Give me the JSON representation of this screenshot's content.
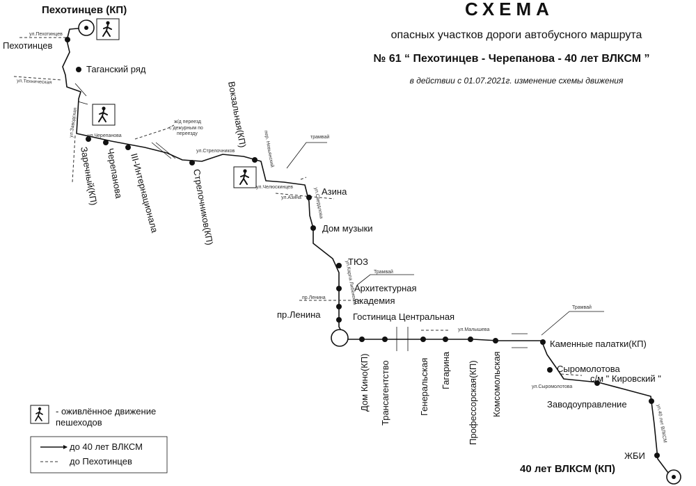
{
  "header": {
    "title": "СХЕМА",
    "subtitle": "опасных участков дороги автобусного маршрута",
    "route_name": "№ 61 “ Пехотинцев  -  Черепанова - 40 лет ВЛКСМ ”",
    "note": "в действии с 01.07.2021г. изменение схемы движения"
  },
  "terminals": {
    "start": "Пехотинцев (КП)",
    "end": "40 лет ВЛКСМ (КП)"
  },
  "stops": {
    "pekhotintsev": "Пехотинцев",
    "taganskiy": "Таганский ряд",
    "zarechny": "Заречный(КП)",
    "cherepanova": "Черепанова",
    "internatsionala": "III-Интернационала",
    "strelochnikov": "Стрелочников(КП)",
    "vokzalnaya": "Вокзальная(КП)",
    "azina": "Азина",
    "dom_muzyki": "Дом музыки",
    "tyuz": "ТЮЗ",
    "arkh_akad_1": "Архитектурная",
    "arkh_akad_2": "академия",
    "pr_lenina": "пр.Ленина",
    "gostinitsa": "Гостиница Центральная",
    "dom_kino": "Дом Кино(КП)",
    "transagentstvo": "Трансагентство",
    "generalskaya": "Генеральская",
    "gagarina": "Гагарина",
    "profsoyuznaya": "Профессорская(КП)",
    "komsomolskaya": "Комсомольская",
    "kamennye": "Каменные палатки(КП)",
    "syromolotova": "Сыромолотова",
    "kirovsky": "с/м \" Кировский \"",
    "zavodoupravlenie": "Заводоуправление",
    "zhbi": "ЖБИ"
  },
  "streets": {
    "pekhotintsev": "ул.Пехотинцев",
    "tekhnicheskaya": "ул.Техническая",
    "zavodskaya": "ул.Заводская",
    "cherepanova": "ул.Черепанова",
    "strelochnikov": "ул.Стрелочников",
    "nevyansky": "пер. Невьянский",
    "chelyuskintsev": "ул.Челюскинцев",
    "azina": "ул.Азина",
    "sverdlova": "ул.Свердлова",
    "karla_libknekhta": "ул.Карла Либкнехта",
    "lenina": "пр.Ленина",
    "malysheva": "ул.Малышева",
    "syromolotova": "ул.Сыромолотова",
    "vlksm": "ул.40 лет ВЛКСМ"
  },
  "annotations": {
    "crossing_1": "ж/д  переезд",
    "crossing_2": "с дежурным по",
    "crossing_3": "переезду",
    "tram_1": "трамвай",
    "tram_2": "Трамвай",
    "tram_3": "Трамвай"
  },
  "legend": {
    "pedestrians_1": "- оживлённое движение",
    "pedestrians_2": "пешеходов",
    "forward": "до 40 лет ВЛКСМ",
    "backward": "до Пехотинцев"
  }
}
